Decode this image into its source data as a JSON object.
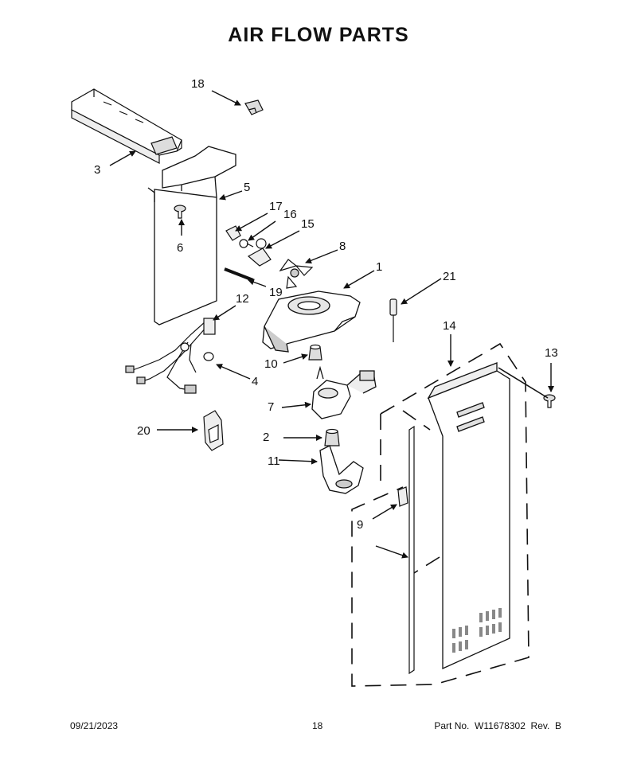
{
  "page": {
    "title": "AIR FLOW PARTS"
  },
  "callouts": [
    "18",
    "3",
    "5",
    "6",
    "17",
    "16",
    "15",
    "8",
    "1",
    "21",
    "19",
    "12",
    "4",
    "10",
    "7",
    "14",
    "13",
    "20",
    "2",
    "11",
    "9"
  ],
  "footer": {
    "date": "09/21/2023",
    "page_number": "18",
    "part_number": "Part No.  W11678302  Rev.  B"
  }
}
